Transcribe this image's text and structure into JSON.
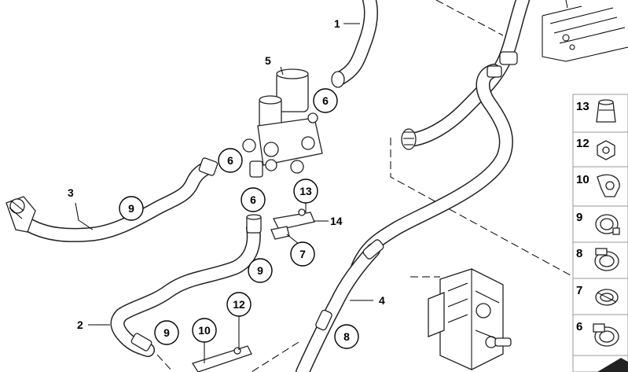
{
  "callouts": {
    "c1": "1",
    "c2": "2",
    "c3": "3",
    "c4": "4",
    "c5": "5",
    "c6a": "6",
    "c6b": "6",
    "c6c": "6",
    "c7": "7",
    "c8": "8",
    "c9a": "9",
    "c9b": "9",
    "c9c": "9",
    "c10": "10",
    "c12": "12",
    "c13": "13",
    "c14": "14"
  },
  "sidebar": {
    "items": [
      {
        "label": "13",
        "icon": "nut-cap-icon"
      },
      {
        "label": "12",
        "icon": "hex-nut-icon"
      },
      {
        "label": "10",
        "icon": "clip-holder-icon"
      },
      {
        "label": "9",
        "icon": "hose-clamp-icon"
      },
      {
        "label": "8",
        "icon": "hose-clamp-icon"
      },
      {
        "label": "7",
        "icon": "hose-clamp-icon"
      },
      {
        "label": "6",
        "icon": "worm-clamp-icon"
      }
    ]
  }
}
